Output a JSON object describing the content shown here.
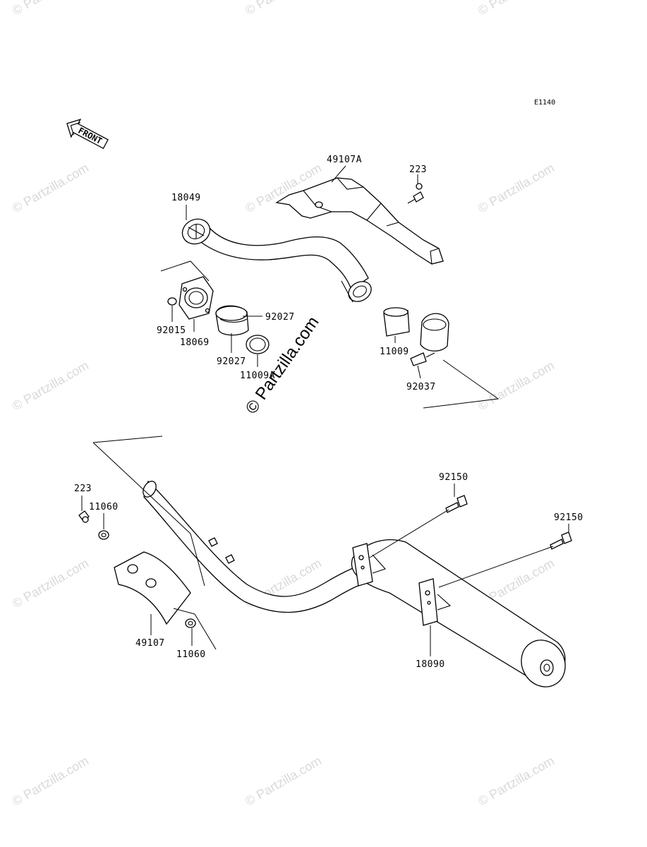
{
  "diagram": {
    "code": "E1140",
    "front_label": "FRONT",
    "center_watermark": "© Partzilla.com",
    "watermark_text": "© Partzilla.com",
    "labels": {
      "p49107A": "49107A",
      "p223_top": "223",
      "p18049": "18049",
      "p92027_a": "92027",
      "p92015": "92015",
      "p18069": "18069",
      "p92027_b": "92027",
      "p11009A": "11009A",
      "p11009": "11009",
      "p92037": "92037",
      "p92150_a": "92150",
      "p92150_b": "92150",
      "p223_left": "223",
      "p11060_a": "11060",
      "p49107": "49107",
      "p11060_b": "11060",
      "p18090": "18090"
    }
  }
}
